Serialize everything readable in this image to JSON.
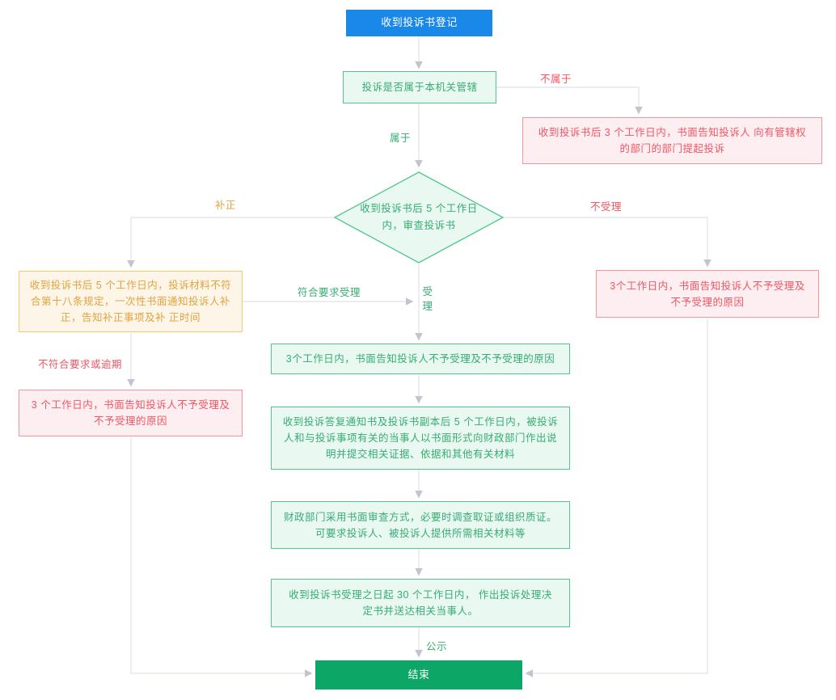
{
  "diagram": {
    "type": "flowchart",
    "title_hint": "complaint-handling-process",
    "nodes": {
      "start": {
        "kind": "start",
        "label": "收到投诉书登记"
      },
      "jurisdiction_check": {
        "kind": "process",
        "label": "投诉是否属于本机关管辖"
      },
      "no_jurisdiction_notice": {
        "kind": "warning",
        "label": "收到投诉书后 3 个工作日内，书面告知投诉人 向有管辖权的部门的部门提起投诉"
      },
      "review_decision": {
        "kind": "decision",
        "label": "收到投诉书后 5 个工作日内，审查投诉书"
      },
      "supplement_notice": {
        "kind": "caution",
        "label": "收到投诉书后 5 个工作日内，投诉材料不符合第十八条规定，一次性书面通知投诉人补正，告知补正事项及补 正时间"
      },
      "reject_notice_left": {
        "kind": "warning",
        "label": "3 个工作日内，书面告知投诉人不予受理及不予受理的原因"
      },
      "reject_notice_right": {
        "kind": "warning",
        "label": "3个工作日内，书面告知投诉人不予受理及不予受理的原因"
      },
      "accept_notice": {
        "kind": "process",
        "label": "3个工作日内，书面告知投诉人不予受理及不予受理的原因"
      },
      "respondent_materials": {
        "kind": "process",
        "label": "收到投诉答复通知书及投诉书副本后 5 个工作日内，被投诉人和与投诉事项有关的当事人以书面形式向财政部门作出说明并提交相关证据、依据和其他有关材料"
      },
      "written_review": {
        "kind": "process",
        "label": "财政部门采用书面审查方式，必要时调查取证或组织质证。可要求投诉人、被投诉人提供所需相关材料等"
      },
      "decision_30_days": {
        "kind": "process",
        "label": "收到投诉书受理之日起 30 个工作日内， 作出投诉处理决定书并送达相关当事人。"
      },
      "end": {
        "kind": "end",
        "label": "结束"
      }
    },
    "edge_labels": {
      "belongs": "属于",
      "not_belongs": "不属于",
      "supplement": "补正",
      "not_accept": "不受理",
      "meets_requirements_accept": "符合要求受理",
      "accept": "受理",
      "not_meet_or_overdue": "不符合要求或逾期",
      "publicity": "公示"
    },
    "colors": {
      "start_bg": "#1988e8",
      "end_bg": "#0ca667",
      "green_fill": "#e9f8f0",
      "green_border": "#50c78e",
      "green_text": "#36ad74",
      "pink_fill": "#fdeff1",
      "pink_border": "#f7949f",
      "red_text": "#f25562",
      "yellow_fill": "#fdf6e8",
      "yellow_border": "#f5ca6e",
      "orange_text": "#e2a23f",
      "connector_line": "#dfe2e9",
      "arrowhead": "#c2c5cf"
    }
  }
}
